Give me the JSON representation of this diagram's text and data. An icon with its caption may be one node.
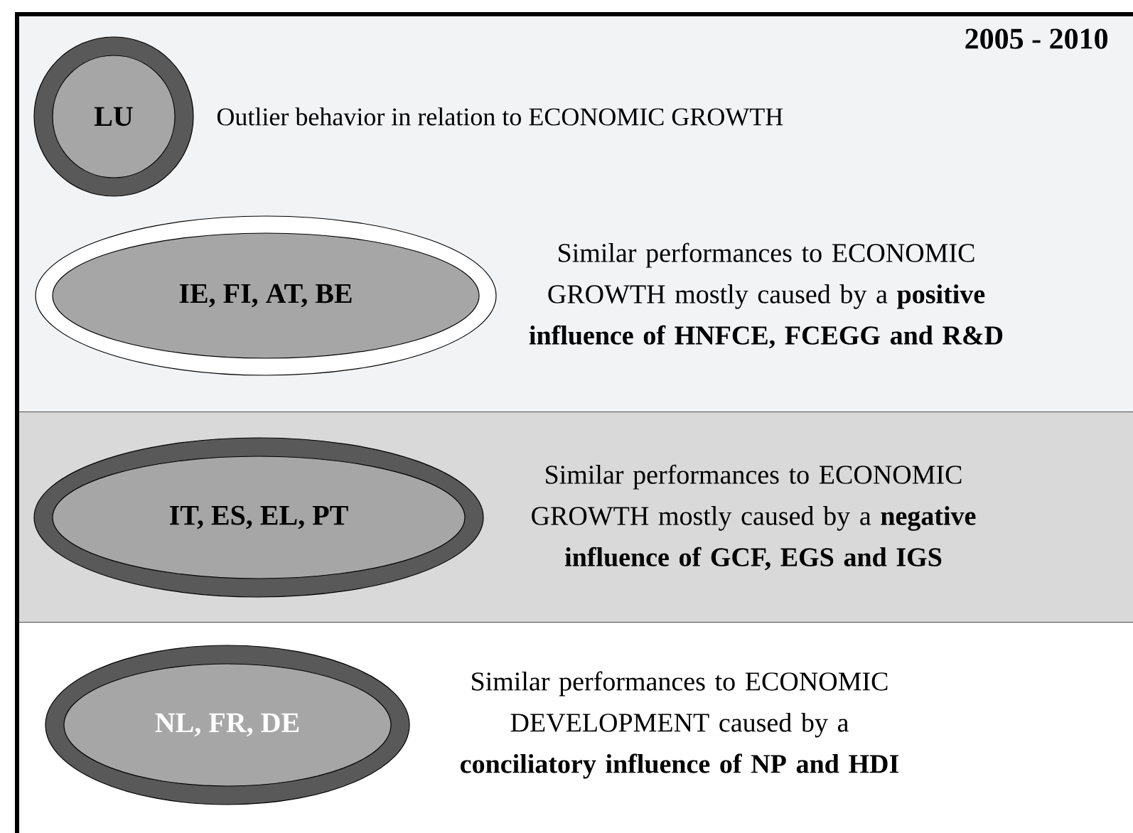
{
  "diagram": {
    "title": "2005 - 2010",
    "nodes": [
      {
        "text": [
          "LU"
        ],
        "beside": [
          "Outlier behavior in relation to ECONOMIC  GROWTH"
        ]
      },
      {
        "text": [
          "IE, FI, AT, BE"
        ],
        "beside": [
          "Similar performances to ECONOMIC GROWTH mostly caused by a **positive influence of HNFCE, FCEGG and R&D**"
        ]
      },
      {
        "text": [
          "IT, ES, EL, PT"
        ],
        "beside": [
          "Similar performances to ECONOMIC GROWTH mostly caused by a **negative influence of GCF, EGS and IGS**"
        ]
      },
      {
        "text": [
          "NL, FR, DE"
        ],
        "beside": [
          "Similar performances to ECONOMIC DEVELOPMENT caused by a **conciliatory influence of NP and HDI**"
        ]
      }
    ]
  }
}
